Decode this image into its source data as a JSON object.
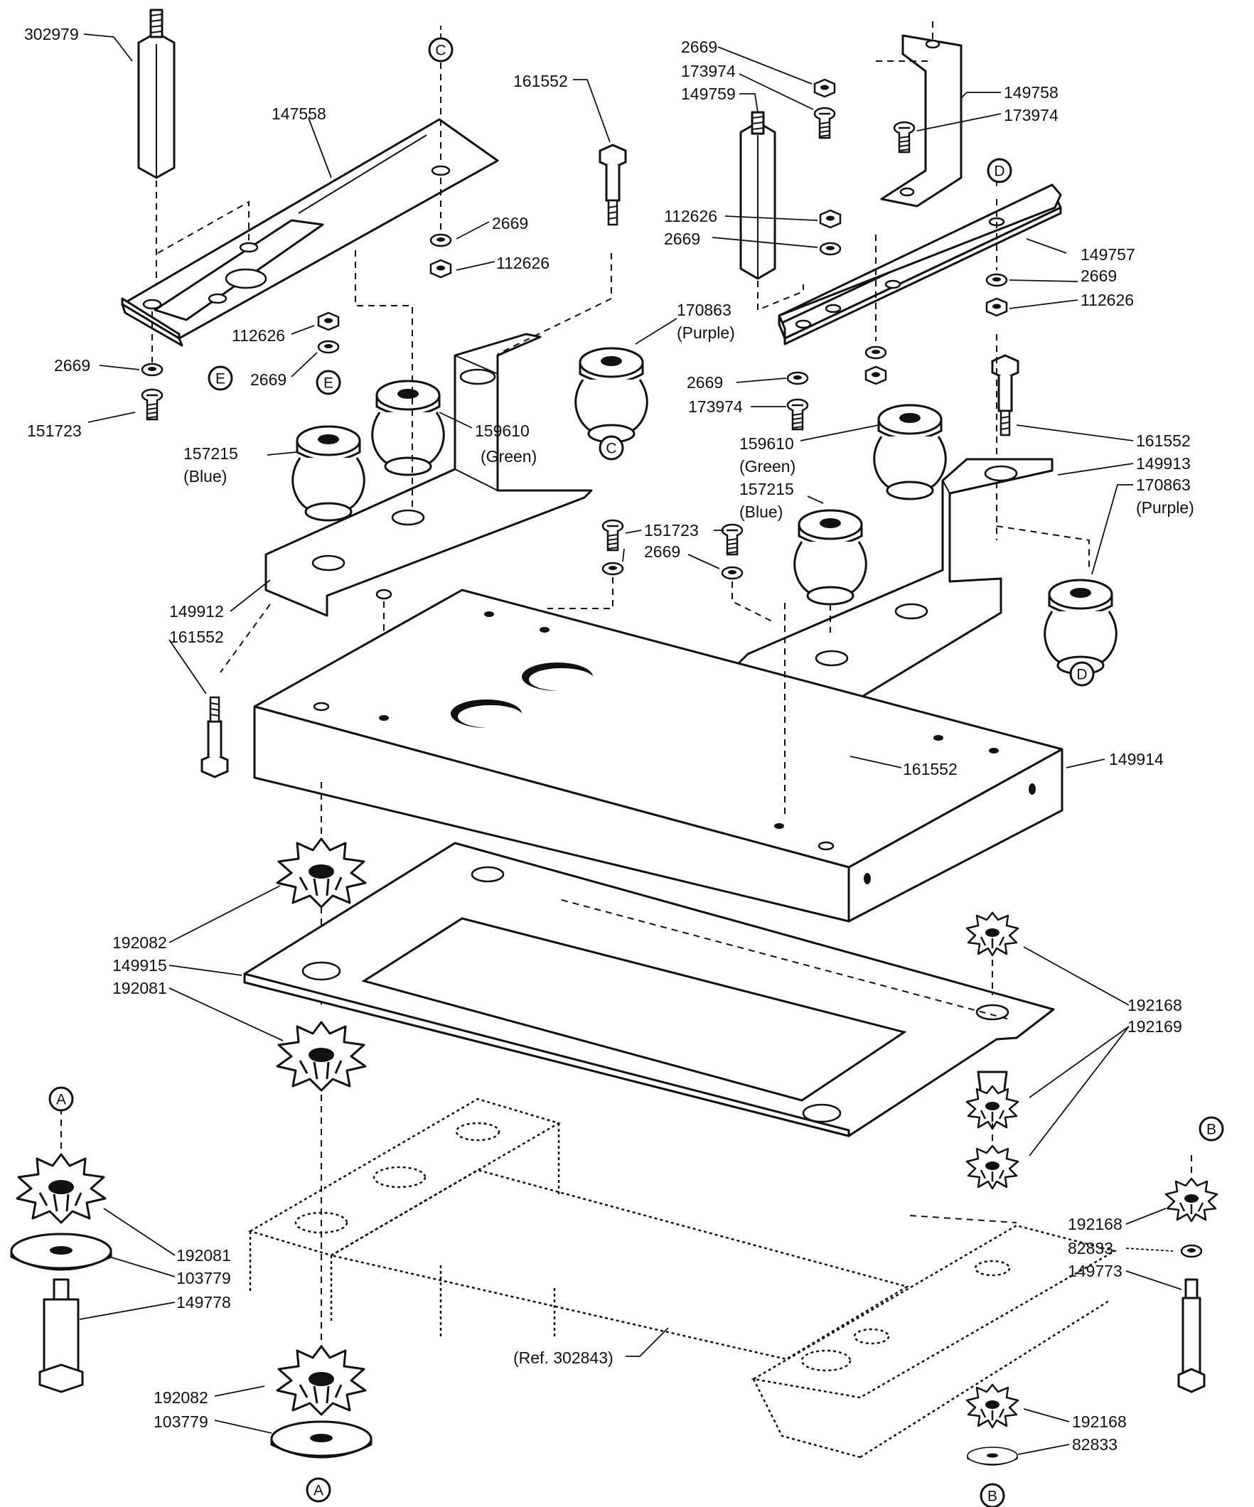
{
  "diagram": {
    "callouts": {
      "c_302979": "302979",
      "c_147558": "147558",
      "c_161552_top": "161552",
      "c_2669_tr1": "2669",
      "c_173974_tr1": "173974",
      "c_149759": "149759",
      "c_149758": "149758",
      "c_173974_tr2": "173974",
      "c_2669_l1": "2669",
      "c_112626_l1": "112626",
      "c_112626_m1": "112626",
      "c_2669_m1": "2669",
      "c_149757": "149757",
      "c_2669_r1": "2669",
      "c_112626_r1": "112626",
      "c_112626_l2": "112626",
      "c_2669_l2": "2669",
      "c_2669_l3": "2669",
      "c_151723_l": "151723",
      "c_170863_a": "170863",
      "c_170863_a_color": "(Purple)",
      "c_159610_a": "159610",
      "c_159610_a_color": "(Green)",
      "c_157215_a": "157215",
      "c_157215_a_color": "(Blue)",
      "c_2669_m2": "2669",
      "c_173974_m": "173974",
      "c_159610_b": "159610",
      "c_159610_b_color": "(Green)",
      "c_157215_b": "157215",
      "c_157215_b_color": "(Blue)",
      "c_161552_r": "161552",
      "c_149913": "149913",
      "c_170863_b": "170863",
      "c_170863_b_color": "(Purple)",
      "c_151723_m": "151723",
      "c_2669_m3": "2669",
      "c_149912": "149912",
      "c_161552_l": "161552",
      "c_161552_c": "161552",
      "c_149914": "149914",
      "c_192082_a": "192082",
      "c_149915": "149915",
      "c_192081_a": "192081",
      "c_192168_a": "192168",
      "c_192169": "192169",
      "c_192081_b": "192081",
      "c_103779_a": "103779",
      "c_149778": "149778",
      "c_192168_b": "192168",
      "c_82833_a": "82833",
      "c_149773": "149773",
      "c_ref": "(Ref. 302843)",
      "c_192082_b": "192082",
      "c_103779_b": "103779",
      "c_192168_c": "192168",
      "c_82833_b": "82833"
    },
    "reference_markers": {
      "A": "A",
      "B": "B",
      "C": "C",
      "D": "D",
      "E": "E"
    }
  }
}
